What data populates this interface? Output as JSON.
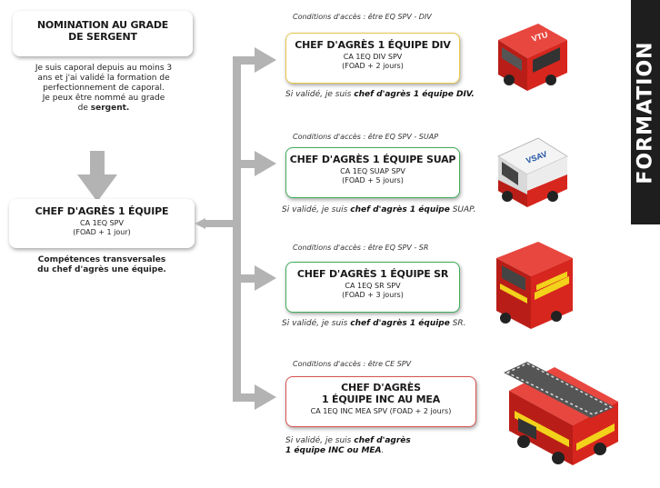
{
  "side_label": "FORMATION",
  "nomination": {
    "title_line1": "NOMINATION AU GRADE",
    "title_line2": "DE SERGENT",
    "desc_line1": "Je suis caporal depuis au moins 3",
    "desc_line2": "ans et j'ai validé la formation de",
    "desc_line3": "perfectionnement de caporal.",
    "desc_line4": "Je peux être nommé au grade",
    "desc_line5_pre": "de ",
    "desc_line5_bold": "sergent."
  },
  "base": {
    "title": "CHEF D'AGRÈS 1 ÉQUIPE",
    "code": "CA 1EQ SPV",
    "duration": "(FOAD + 1 jour)",
    "desc_line1": "Compétences transversales",
    "desc_line2": "du chef d'agrès une équipe."
  },
  "branches": [
    {
      "condition": "Conditions d'accès : être EQ SPV - DIV",
      "title": "CHEF D'AGRÈS 1 ÉQUIPE DIV",
      "code": "CA 1EQ DIV SPV",
      "duration": "(FOAD + 2 jours)",
      "valid_pre": "Si validé, je suis ",
      "valid_bold": "chef d'agrès 1 équipe DIV.",
      "border": "#e8c84a",
      "vehicle_label": "VTU"
    },
    {
      "condition": "Conditions d'accès : être EQ SPV - SUAP",
      "title": "CHEF D'AGRÈS 1 ÉQUIPE SUAP",
      "code": "CA 1EQ SUAP SPV",
      "duration": "(FOAD + 5 jours)",
      "valid_pre": "Si validé, je suis ",
      "valid_bold": "chef d'agrès 1 équipe",
      "valid_post": " SUAP.",
      "border": "#3fae5a",
      "vehicle_label": "VSAV"
    },
    {
      "condition": "Conditions d'accès : être EQ SPV - SR",
      "title": "CHEF D'AGRÈS 1 ÉQUIPE SR",
      "code": "CA 1EQ SR SPV",
      "duration": "(FOAD + 3 jours)",
      "valid_pre": "Si validé, je suis ",
      "valid_bold": "chef d'agrès 1 équipe",
      "valid_post": " SR.",
      "border": "#3fae5a"
    },
    {
      "condition": "Conditions d'accès : être CE SPV",
      "title_line1": "CHEF D'AGRÈS",
      "title_line2": "1 ÉQUIPE INC AU MEA",
      "code": "CA 1EQ INC MEA SPV (FOAD + 2 jours)",
      "valid_pre": "Si validé, je suis ",
      "valid_bold": "chef d'agrès",
      "valid_line2_bold": "1 équipe INC ou MEA",
      "valid_line2_post": ".",
      "border": "#d9534f"
    }
  ],
  "colors": {
    "arrow": "#b3b3b3",
    "truck_red": "#d7261e",
    "truck_dark": "#9a1410",
    "yellow": "#f2d21b"
  }
}
